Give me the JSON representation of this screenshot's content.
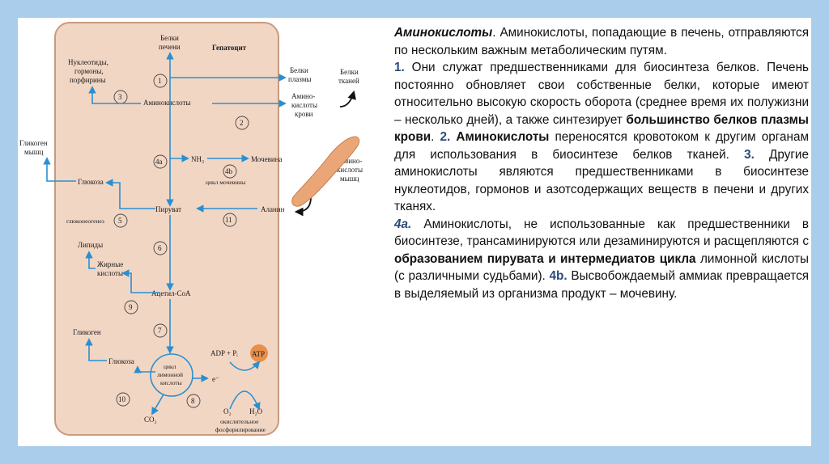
{
  "diagram": {
    "cell_title": "Гепатоцит",
    "liver_proteins": [
      "Белки",
      "печени"
    ],
    "nucleotides": [
      "Нуклеотиды,",
      "гормоны,",
      "порфирины"
    ],
    "amino_acids": "Аминокислоты",
    "plasma_proteins": [
      "Белки",
      "плазмы"
    ],
    "tissue_proteins": [
      "Белки",
      "тканей"
    ],
    "blood_amino_acids": [
      "Амино-",
      "кислоты",
      "крови"
    ],
    "muscle_glycogen": [
      "Гликоген",
      "мышц"
    ],
    "glucose_top": "Глюкоза",
    "nh3": "NH₃",
    "urea": "Мочевина",
    "urea_cycle": "цикл мочевины",
    "muscle_amino_acids": [
      "Амино-",
      "кислоты",
      "мышц"
    ],
    "pyruvate": "Пируват",
    "alanine": "Аланин",
    "gluconeogenesis": "глюконеогенез",
    "lipids": "Липиды",
    "fatty_acids": [
      "Жирные",
      "кислоты"
    ],
    "acetyl_coa": "Ацетил-СоА",
    "glycogen": "Гликоген",
    "glucose_bottom": "Глюкоза",
    "citric_cycle": [
      "цикл",
      "лимонной",
      "кислоты"
    ],
    "adp_pi": "ADP + Pᵢ",
    "atp": "ATP",
    "electron": "e⁻",
    "co2": "CO₂",
    "o2": "O₂",
    "h2o": "H₂O",
    "ox_phos": [
      "окислительное",
      "фосфорилирование"
    ],
    "steps": [
      "1",
      "2",
      "3",
      "4a",
      "4b",
      "5",
      "6",
      "7",
      "8",
      "9",
      "10",
      "11"
    ]
  },
  "text": {
    "p1_title": "Аминокислоты",
    "p1_body": ". Аминокислоты, попадающие в печень, отправляются по нескольким важным метаболическим путям.",
    "n1": "1.",
    "s1a": " Они служат предшественниками для биосинтеза белков. Печень постоянно обновляет свои собственные белки, которые имеют относительно высокую скорость оборота (среднее время их полужизни – несколько дней), а также синтезирует ",
    "s1b": "большинство белков плазмы крови",
    "s1c": ". ",
    "n2": "2.",
    "s2b": " Аминокислоты",
    "s2c": " переносятся кровотоком к другим органам для использования в биосинтезе белков тканей. ",
    "n3": "3.",
    "s3": " Другие аминокислоты являются предшественниками в биосинтезе нуклеотидов, гормонов и азотсодержащих веществ в печени и других тканях.",
    "n4a": "4a.",
    "s4a1": " Аминокислоты, не использованные как предшественники в биосинтезе, трансаминируются или дезаминируются и расщепляются с ",
    "s4a2": "образованием пирувата и интермедиатов цикла",
    "s4a3": " лимонной кислоты (с различными судьбами). ",
    "n4b": "4b.",
    "s4b": " Высвобождаемый аммиак превращается в выделяемый из организма продукт – мочевину."
  }
}
